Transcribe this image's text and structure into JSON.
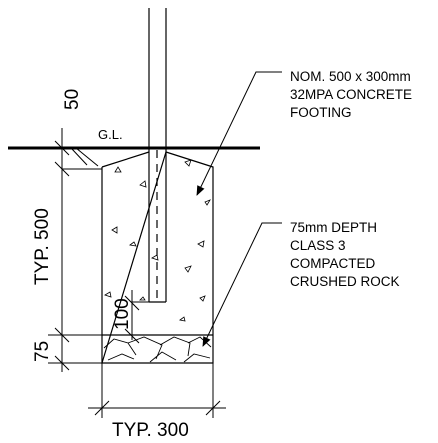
{
  "callouts": {
    "footing": [
      "NOM. 500 x 300mm",
      "32MPA CONCRETE",
      "FOOTING"
    ],
    "base": [
      "75mm DEPTH",
      "CLASS 3",
      "COMPACTED",
      "CRUSHED ROCK"
    ]
  },
  "ground_label": "G.L.",
  "dimensions": {
    "above_gl": "50",
    "footing_depth": "TYP. 500",
    "post_clearance": "100",
    "base_depth": "75",
    "footing_width": "TYP. 300"
  }
}
